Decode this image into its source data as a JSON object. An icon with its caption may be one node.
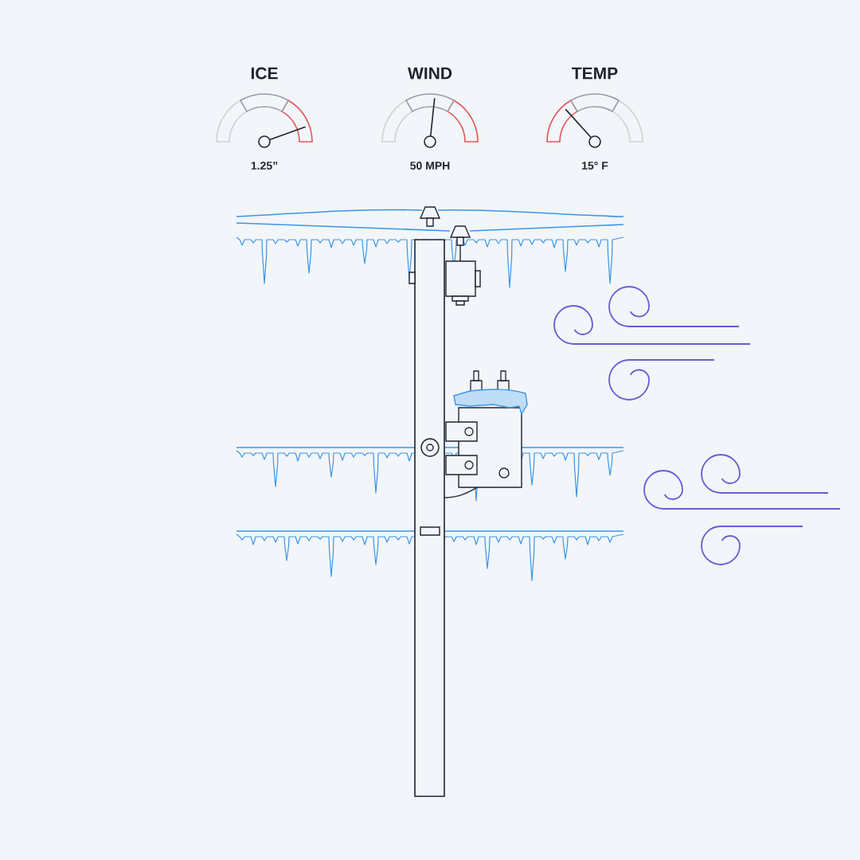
{
  "diagram": {
    "labels": [
      "ICE",
      "WIND",
      "TEMP",
      "1.25”",
      "50 MPH",
      "15° F"
    ]
  }
}
